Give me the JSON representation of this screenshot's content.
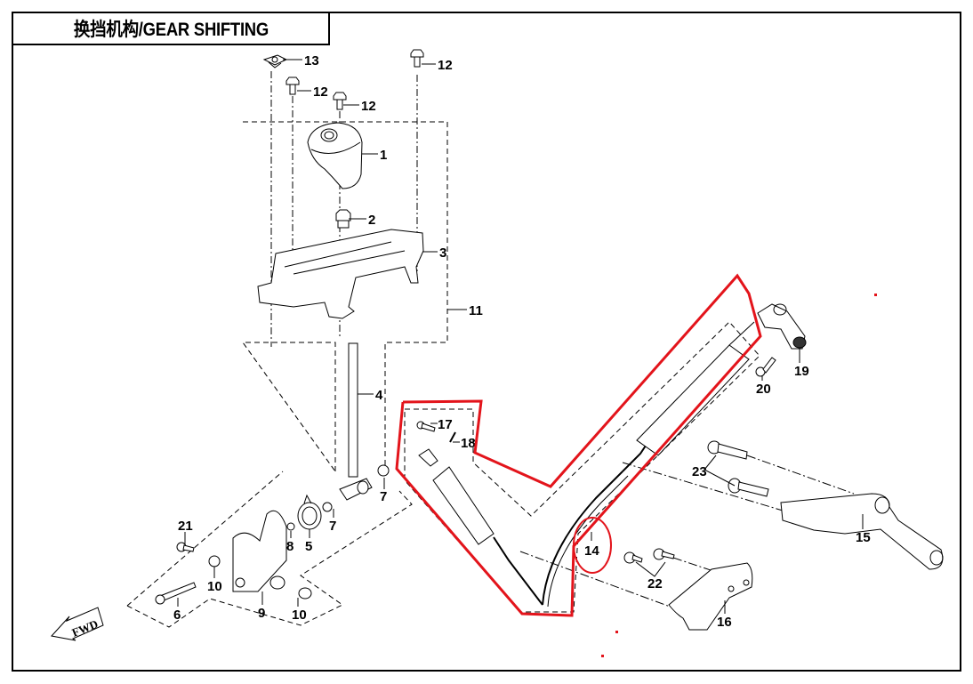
{
  "title": "换挡机构/GEAR SHIFTING",
  "callouts": [
    {
      "id": "c1",
      "label": "1"
    },
    {
      "id": "c2",
      "label": "2"
    },
    {
      "id": "c3",
      "label": "3"
    },
    {
      "id": "c4",
      "label": "4"
    },
    {
      "id": "c5",
      "label": "5"
    },
    {
      "id": "c6",
      "label": "6"
    },
    {
      "id": "c7a",
      "label": "7"
    },
    {
      "id": "c7b",
      "label": "7"
    },
    {
      "id": "c8",
      "label": "8"
    },
    {
      "id": "c9",
      "label": "9"
    },
    {
      "id": "c10a",
      "label": "10"
    },
    {
      "id": "c10b",
      "label": "10"
    },
    {
      "id": "c11",
      "label": "11"
    },
    {
      "id": "c12a",
      "label": "12"
    },
    {
      "id": "c12b",
      "label": "12"
    },
    {
      "id": "c12c",
      "label": "12"
    },
    {
      "id": "c13",
      "label": "13"
    },
    {
      "id": "c14",
      "label": "14"
    },
    {
      "id": "c15",
      "label": "15"
    },
    {
      "id": "c16",
      "label": "16"
    },
    {
      "id": "c17",
      "label": "17"
    },
    {
      "id": "c18",
      "label": "18"
    },
    {
      "id": "c19",
      "label": "19"
    },
    {
      "id": "c20",
      "label": "20"
    },
    {
      "id": "c21",
      "label": "21"
    },
    {
      "id": "c22",
      "label": "22"
    },
    {
      "id": "c23",
      "label": "23"
    }
  ],
  "direction_marker": {
    "label": "FWD",
    "icon": "arrow-left-icon"
  },
  "annotation": {
    "color": "#e3141b",
    "highlighted_part": "14"
  }
}
